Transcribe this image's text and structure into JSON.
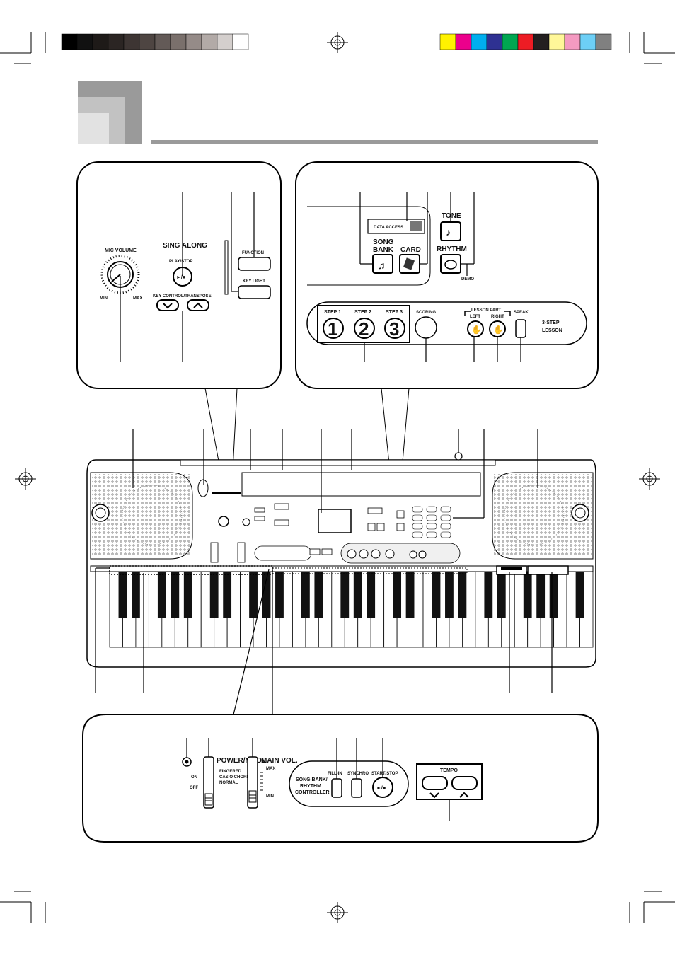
{
  "color_bar": {
    "grays": [
      "#000000",
      "#111111",
      "#1e1a18",
      "#2b2523",
      "#3d3533",
      "#4e4542",
      "#635a57",
      "#7a706c",
      "#958b88",
      "#b2aaa7",
      "#d4cfcd",
      "#ffffff"
    ],
    "colors": [
      "#fff200",
      "#ec008c",
      "#00aeef",
      "#2e3192",
      "#00a651",
      "#ed1c24",
      "#231f20",
      "#fff799",
      "#f49ac1",
      "#6dcff6",
      "#808080"
    ]
  },
  "accent": "#9a9a9a",
  "panel_left": {
    "mic_volume": "MIC VOLUME",
    "min": "MIN",
    "max": "MAX",
    "sing_along": "SING ALONG",
    "play_stop": "PLAY/STOP",
    "play_stop_symbol": "►/■",
    "key_control": "KEY CONTROL/TRANSPOSE",
    "function": "FUNCTION",
    "key_light": "KEY LIGHT"
  },
  "panel_right": {
    "data_access": "DATA ACCESS",
    "song_bank_1": "SONG",
    "song_bank_2": "BANK",
    "card": "CARD",
    "tone": "TONE",
    "rhythm": "RHYTHM",
    "demo": "DEMO",
    "step1": "STEP 1",
    "step2": "STEP 2",
    "step3": "STEP 3",
    "n1": "1",
    "n2": "2",
    "n3": "3",
    "scoring": "SCORING",
    "lesson_part": "LESSON PART",
    "left": "LEFT",
    "right": "RIGHT",
    "speak": "SPEAK",
    "three_step_1": "3-STEP",
    "three_step_2": "LESSON"
  },
  "panel_bottom": {
    "power_mode": "POWER/MODE",
    "on": "ON",
    "off": "OFF",
    "fingered": "FINGERED",
    "casio_chord": "CASIO CHORD",
    "normal": "NORMAL",
    "main_vol": "MAIN VOL.",
    "max": "MAX",
    "min": "MIN",
    "controller_1": "SONG BANK/",
    "controller_2": "RHYTHM",
    "controller_3": "CONTROLLER",
    "fill_in": "FILL-IN",
    "synchro": "SYNCHRO",
    "start_stop": "START/STOP",
    "start_stop_symbol": "►/■",
    "tempo": "TEMPO"
  }
}
